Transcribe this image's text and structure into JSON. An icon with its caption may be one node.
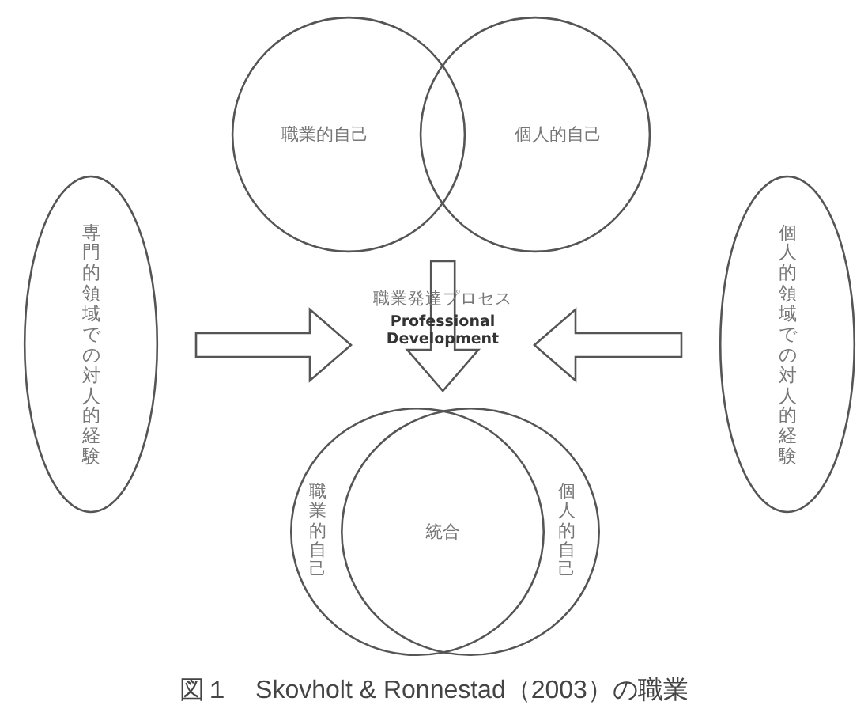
{
  "diagram": {
    "caption": "図１　Skovholt & Ronnestad（2003）の職業",
    "nodes": [
      {
        "text": [
          "職業的自己"
        ]
      },
      {
        "text": [
          "個人的自己"
        ]
      },
      {
        "text": [
          "専門的領域での対人的経験"
        ]
      },
      {
        "text": [
          "個人的領域での対人的経験"
        ]
      },
      {
        "text": [
          "職業的自己"
        ]
      },
      {
        "text": [
          "個人的自己"
        ]
      },
      {
        "text": [
          "職業発達プロセス",
          "Professional Development"
        ]
      }
    ],
    "edges": [
      {
        "from": 2,
        "to": 6,
        "arrow": "to"
      },
      {
        "from": 3,
        "to": 6,
        "arrow": "to"
      },
      {
        "from": 0,
        "to": 4,
        "arrow": "to"
      },
      {
        "from": 1,
        "to": 5,
        "arrow": "to"
      }
    ],
    "labels": [
      "統合"
    ]
  }
}
